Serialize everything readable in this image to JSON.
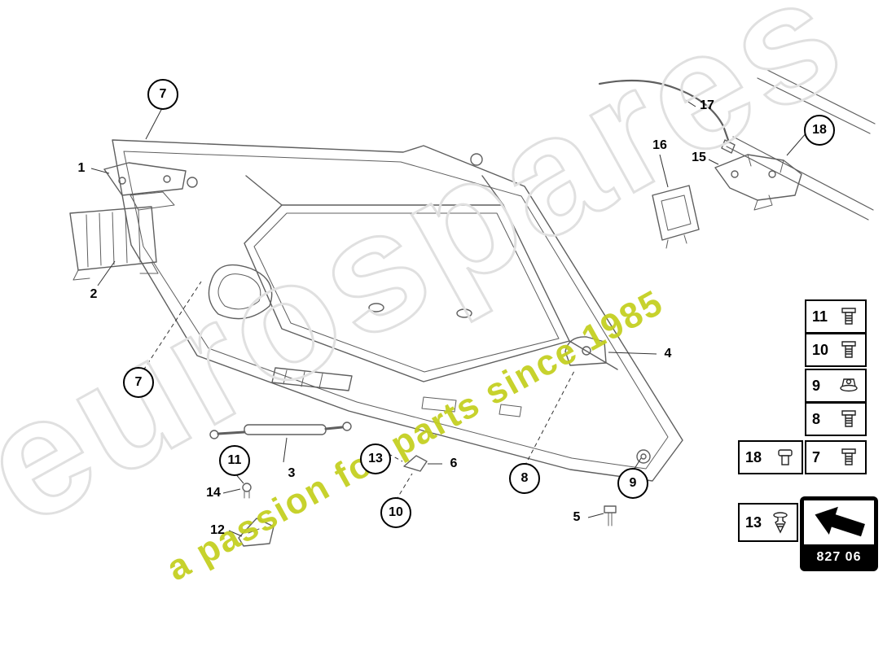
{
  "watermark": {
    "brand": "eurospares",
    "tagline": "a passion for parts since 1985"
  },
  "colors": {
    "watermark_outline": "#e0e0e0",
    "watermark_tagline": "#c3cf1c",
    "line_art": "#5f5f5f",
    "leader_line": "#333333"
  },
  "callouts": [
    {
      "label": "7",
      "style": "circled"
    },
    {
      "label": "1",
      "style": "plain"
    },
    {
      "label": "2",
      "style": "plain"
    },
    {
      "label": "7",
      "style": "circled"
    },
    {
      "label": "11",
      "style": "circled"
    },
    {
      "label": "14",
      "style": "plain"
    },
    {
      "label": "12",
      "style": "plain"
    },
    {
      "label": "3",
      "style": "plain"
    },
    {
      "label": "13",
      "style": "circled"
    },
    {
      "label": "6",
      "style": "plain"
    },
    {
      "label": "10",
      "style": "circled"
    },
    {
      "label": "8",
      "style": "circled"
    },
    {
      "label": "9",
      "style": "circled"
    },
    {
      "label": "5",
      "style": "plain"
    },
    {
      "label": "4",
      "style": "plain"
    },
    {
      "label": "16",
      "style": "plain"
    },
    {
      "label": "15",
      "style": "plain"
    },
    {
      "label": "17",
      "style": "plain"
    },
    {
      "label": "18",
      "style": "circled"
    }
  ],
  "legend": {
    "items": [
      {
        "number": "11",
        "icon": "hex-bolt-icon"
      },
      {
        "number": "10",
        "icon": "hex-bolt-icon"
      },
      {
        "number": "9",
        "icon": "flange-nut-icon"
      },
      {
        "number": "8",
        "icon": "hex-bolt-icon"
      },
      {
        "number": "18",
        "icon": "rivet-icon"
      },
      {
        "number": "7",
        "icon": "hex-bolt-icon"
      },
      {
        "number": "13",
        "icon": "trim-clip-icon"
      }
    ],
    "part_code": "827 06"
  }
}
